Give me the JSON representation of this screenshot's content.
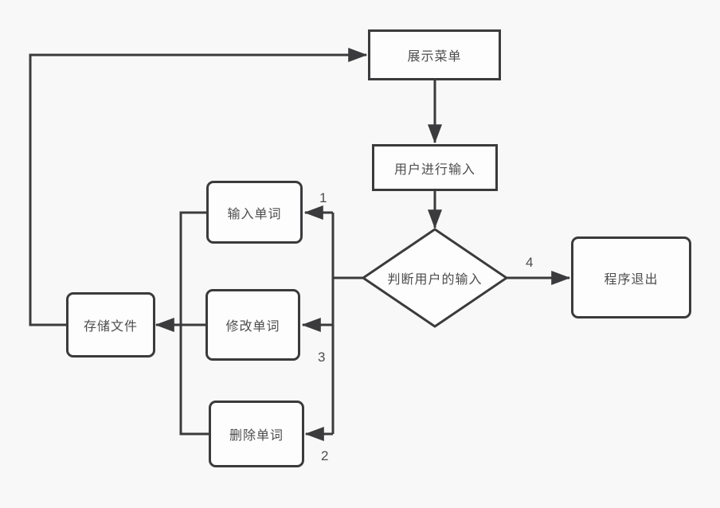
{
  "canvas": {
    "colors": {
      "background": "#f8f8f8",
      "stroke": "#3b3b3d",
      "node_fill": "#fdfdfd",
      "text": "#4d4d4f"
    }
  },
  "nodes": {
    "display_menu": {
      "label": "展示菜单",
      "shape": "rectangle"
    },
    "user_input": {
      "label": "用户进行输入",
      "shape": "rectangle"
    },
    "decision": {
      "label": "判断用户的输入",
      "shape": "diamond"
    },
    "program_exit": {
      "label": "程序退出",
      "shape": "rounded-rectangle"
    },
    "input_word": {
      "label": "输入单词",
      "shape": "rounded-rectangle"
    },
    "modify_word": {
      "label": "修改单词",
      "shape": "rounded-rectangle"
    },
    "delete_word": {
      "label": "删除单词",
      "shape": "rounded-rectangle"
    },
    "store_file": {
      "label": "存储文件",
      "shape": "rounded-rectangle"
    }
  },
  "edge_labels": {
    "input_word_branch": "1",
    "delete_word_branch": "2",
    "modify_word_branch": "3",
    "exit_branch": "4"
  }
}
